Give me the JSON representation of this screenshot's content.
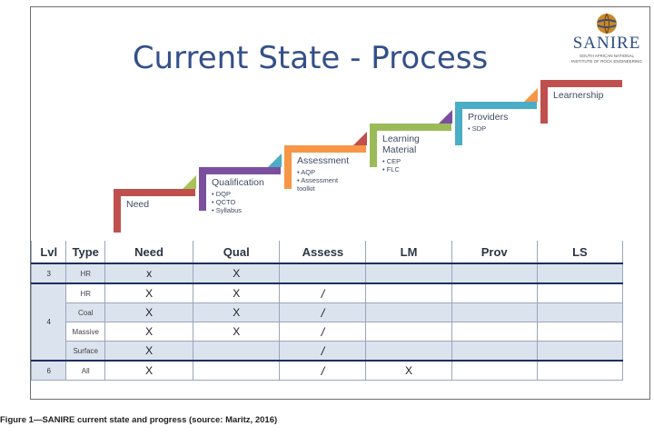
{
  "slide": {
    "title": "Current State - Process",
    "logo": {
      "word": "SANIRE",
      "tagline": "SOUTH AFRICAN NATIONAL INSTITUTE OF ROCK ENGINEERING"
    }
  },
  "staircase": [
    {
      "label": "Need",
      "bullets": [],
      "color": "#c0504d",
      "accent": "#a8c35a"
    },
    {
      "label": "Qualification",
      "bullets": [
        "DQP",
        "QCTO",
        "Syllabus"
      ],
      "color": "#7b4fa0",
      "accent": "#4bacc6"
    },
    {
      "label": "Assessment",
      "bullets": [
        "AQP",
        "Assessment toolkit"
      ],
      "color": "#f79646",
      "accent": "#c0504d"
    },
    {
      "label": "Learning Material",
      "bullets": [
        "CEP",
        "FLC"
      ],
      "color": "#9bbb59",
      "accent": "#7b4fa0"
    },
    {
      "label": "Providers",
      "bullets": [
        "SDP"
      ],
      "color": "#4bacc6",
      "accent": "#f79646"
    },
    {
      "label": "Learnership",
      "bullets": [],
      "color": "#c0504d",
      "accent": ""
    }
  ],
  "table": {
    "headers": [
      "Lvl",
      "Type",
      "Need",
      "Qual",
      "Assess",
      "LM",
      "Prov",
      "LS"
    ],
    "rows": [
      {
        "lvl": "3",
        "type": "HR",
        "need": "x",
        "qual": "X",
        "assess": "",
        "lm": "",
        "prov": "",
        "ls": ""
      },
      {
        "lvl": "4",
        "type": "HR",
        "need": "X",
        "qual": "X",
        "assess": "/",
        "lm": "",
        "prov": "",
        "ls": ""
      },
      {
        "lvl": "",
        "type": "Coal",
        "need": "X",
        "qual": "X",
        "assess": "/",
        "lm": "",
        "prov": "",
        "ls": ""
      },
      {
        "lvl": "",
        "type": "Massive",
        "need": "X",
        "qual": "X",
        "assess": "/",
        "lm": "",
        "prov": "",
        "ls": ""
      },
      {
        "lvl": "",
        "type": "Surface",
        "need": "X",
        "qual": "",
        "assess": "/",
        "lm": "",
        "prov": "",
        "ls": ""
      },
      {
        "lvl": "6",
        "type": "All",
        "need": "X",
        "qual": "",
        "assess": "/",
        "lm": "X",
        "prov": "",
        "ls": ""
      }
    ]
  },
  "caption": "Figure 1—SANIRE current state and progress (source: Maritz, 2016)"
}
